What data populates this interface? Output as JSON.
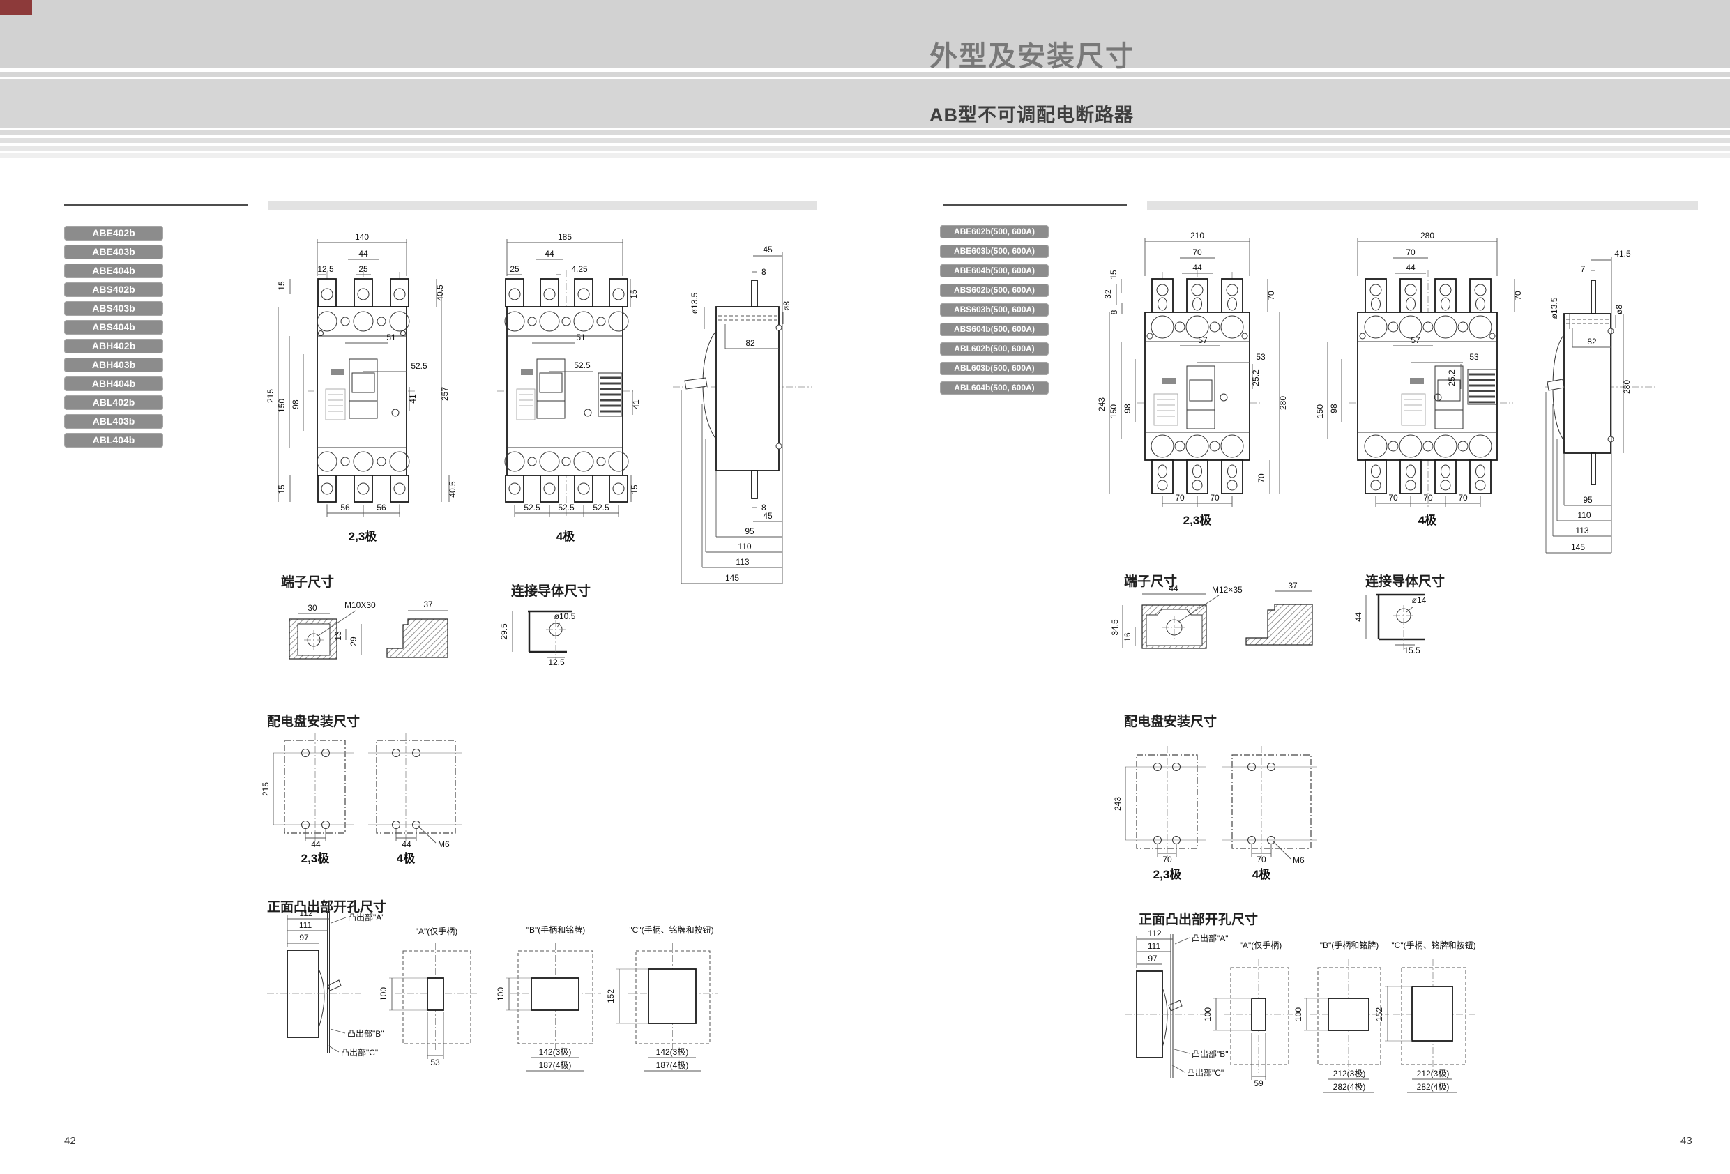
{
  "header": {
    "title": "外型及安装尺寸",
    "subtitle": "AB型不可调配电断路器"
  },
  "footer": {
    "left_page": "42",
    "right_page": "43"
  },
  "left": {
    "models": [
      "ABE402b",
      "ABE403b",
      "ABE404b",
      "ABS402b",
      "ABS403b",
      "ABS404b",
      "ABH402b",
      "ABH403b",
      "ABH404b",
      "ABL402b",
      "ABL403b",
      "ABL404b"
    ],
    "front23": {
      "caption": "2,3极",
      "w": "140",
      "w2": "44",
      "w3": "12.5",
      "w4": "25",
      "h15t": "15",
      "h405t": "40.5",
      "d51": "51",
      "d525": "52.5",
      "h215": "215",
      "h150": "150",
      "h98": "98",
      "d41": "41",
      "h257": "257",
      "h15b": "15",
      "h405b": "40.5",
      "p1": "56",
      "p2": "56"
    },
    "front4": {
      "caption": "4极",
      "w": "185",
      "w2": "44",
      "w3": "25",
      "w4": "4.25",
      "h15t": "15",
      "d51": "51",
      "d525": "52.5",
      "d41": "41",
      "h15b": "15",
      "p1": "52.5",
      "p2": "52.5",
      "p3": "52.5"
    },
    "side": {
      "t45": "45",
      "t8": "8",
      "dia135": "ø13.5",
      "dia8": "ø8",
      "d82": "82",
      "b8": "8",
      "b45": "45",
      "b95": "95",
      "b110": "110",
      "b113": "113",
      "b145": "145"
    },
    "terminal": {
      "title": "端子尺寸",
      "w30": "30",
      "screw": "M10X30",
      "d13": "13",
      "d29": "29",
      "w37": "37"
    },
    "conductor": {
      "title": "连接导体尺寸",
      "h295": "29.5",
      "dia": "ø10.5",
      "w125": "12.5"
    },
    "panel": {
      "title": "配电盘安装尺寸",
      "h": "215",
      "p23": "44",
      "p4": "44",
      "m6": "M6",
      "cap23": "2,3极",
      "cap4": "4极"
    },
    "cutout": {
      "title": "正面凸出部开孔尺寸",
      "d112": "112",
      "d111": "111",
      "d97": "97",
      "pa": "凸出部\"A\"",
      "pb": "凸出部\"B\"",
      "pc": "凸出部\"C\"",
      "a_label": "\"A\"(仅手柄)",
      "a_h": "100",
      "a_w": "53",
      "b_label": "\"B\"(手柄和铭牌)",
      "b_h": "100",
      "b_w3": "142(3极)",
      "b_w4": "187(4极)",
      "c_label": "\"C\"(手柄、铭牌和按钮)",
      "c_h": "152",
      "c_w3": "142(3极)",
      "c_w4": "187(4极)"
    }
  },
  "right": {
    "models": [
      "ABE602b(500, 600A)",
      "ABE603b(500, 600A)",
      "ABE604b(500, 600A)",
      "ABS602b(500, 600A)",
      "ABS603b(500, 600A)",
      "ABS604b(500, 600A)",
      "ABL602b(500, 600A)",
      "ABL603b(500, 600A)",
      "ABL604b(500, 600A)"
    ],
    "front23": {
      "caption": "2,3极",
      "w": "210",
      "w2": "70",
      "w3": "44",
      "l15": "15",
      "l32": "32",
      "l8": "8",
      "r70": "70",
      "d57": "57",
      "d53": "53",
      "d252": "25.2",
      "h280": "280",
      "h243": "243",
      "h150": "150",
      "h98": "98",
      "p1": "70",
      "p2": "70",
      "b70": "70"
    },
    "front4": {
      "caption": "4极",
      "w": "280",
      "w2": "70",
      "w3": "44",
      "d57": "57",
      "d53": "53",
      "d252": "25.2",
      "r70": "70",
      "h150": "150",
      "h98": "98",
      "p1": "70",
      "p2": "70",
      "p3": "70"
    },
    "side": {
      "t415": "41.5",
      "t7": "7",
      "dia135": "ø13.5",
      "dia8": "ø8",
      "d82": "82",
      "h280": "280",
      "b95": "95",
      "b110": "110",
      "b113": "113",
      "b145": "145"
    },
    "terminal": {
      "title": "端子尺寸",
      "w44": "44",
      "screw": "M12×35",
      "d345": "34.5",
      "d16": "16",
      "w37": "37"
    },
    "conductor": {
      "title": "连接导体尺寸",
      "h44": "44",
      "dia": "ø14",
      "w155": "15.5"
    },
    "panel": {
      "title": "配电盘安装尺寸",
      "h": "243",
      "p23": "70",
      "p4": "70",
      "m6": "M6",
      "cap23": "2,3极",
      "cap4": "4极"
    },
    "cutout": {
      "title": "正面凸出部开孔尺寸",
      "d112": "112",
      "d111": "111",
      "d97": "97",
      "pa": "凸出部\"A\"",
      "pb": "凸出部\"B\"",
      "pc": "凸出部\"C\"",
      "a_label": "\"A\"(仅手柄)",
      "a_h": "100",
      "a_w": "59",
      "b_label": "\"B\"(手柄和铭牌)",
      "b_h": "100",
      "b_w3": "212(3极)",
      "b_w4": "282(4极)",
      "c_label": "\"C\"(手柄、铭牌和按钮)",
      "c_h": "152",
      "c_w3": "212(3极)",
      "c_w4": "282(4极)"
    }
  }
}
